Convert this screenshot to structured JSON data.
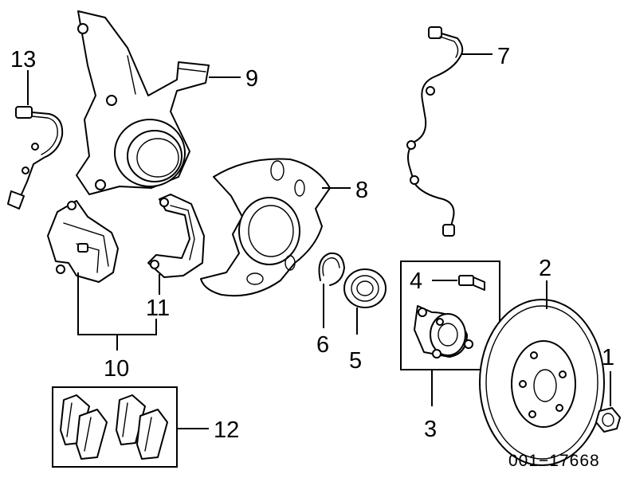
{
  "callouts": {
    "c1": "1",
    "c2": "2",
    "c3": "3",
    "c4": "4",
    "c5": "5",
    "c6": "6",
    "c7": "7",
    "c8": "8",
    "c9": "9",
    "c10": "10",
    "c11": "11",
    "c12": "12",
    "c13": "13"
  },
  "diagram_code": "001−17668",
  "parts": {
    "p1": "nut-icon",
    "p2": "brake-disc-rotor-icon",
    "p3": "wheel-hub-icon",
    "p4": "hub-bolt-icon",
    "p5": "wheel-bearing-icon",
    "p6": "snap-ring-icon",
    "p7": "abs-sensor-wire-icon",
    "p8": "dust-shield-icon",
    "p9": "steering-knuckle-icon",
    "p10": "brake-caliper-icon",
    "p11": "caliper-bracket-icon",
    "p12": "brake-pads-icon",
    "p13": "brake-hose-icon"
  }
}
